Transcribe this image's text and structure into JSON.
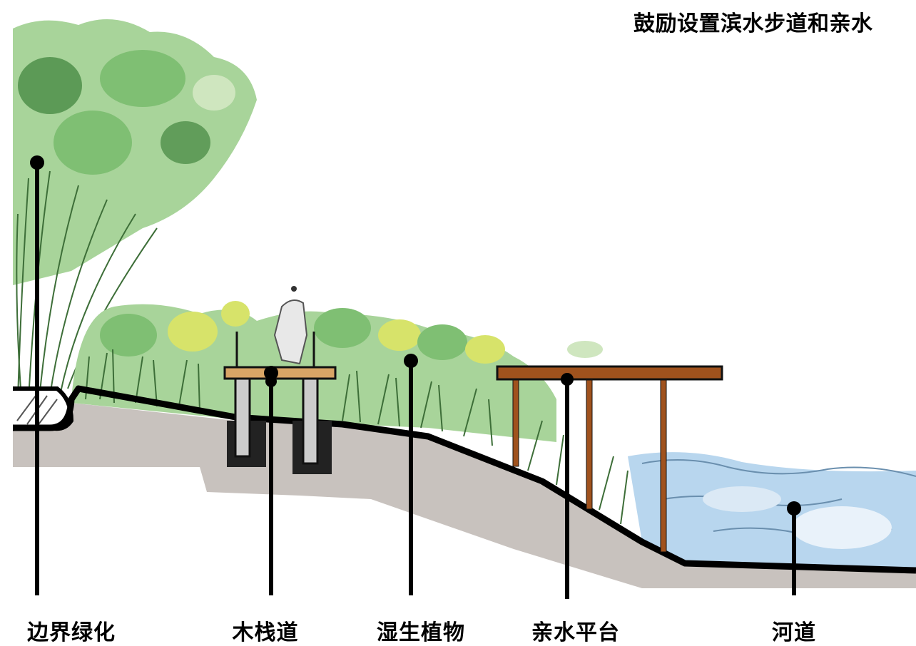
{
  "title": "鼓励设置滨水步道和亲水",
  "labels": {
    "border_greenery": "边界绿化",
    "boardwalk": "木栈道",
    "wetland_plants": "湿生植物",
    "waterfront_platform": "亲水平台",
    "river": "河道"
  },
  "colors": {
    "foliage_light": "#a8d49a",
    "foliage_mid": "#7fbf73",
    "foliage_dark": "#4f8f4a",
    "foliage_yellow": "#d7e36a",
    "soil": "#c8c2be",
    "ground_line": "#000000",
    "timber": "#a0521d",
    "boardwalk_deck": "#d9a566",
    "water": "#b8d6ee"
  }
}
